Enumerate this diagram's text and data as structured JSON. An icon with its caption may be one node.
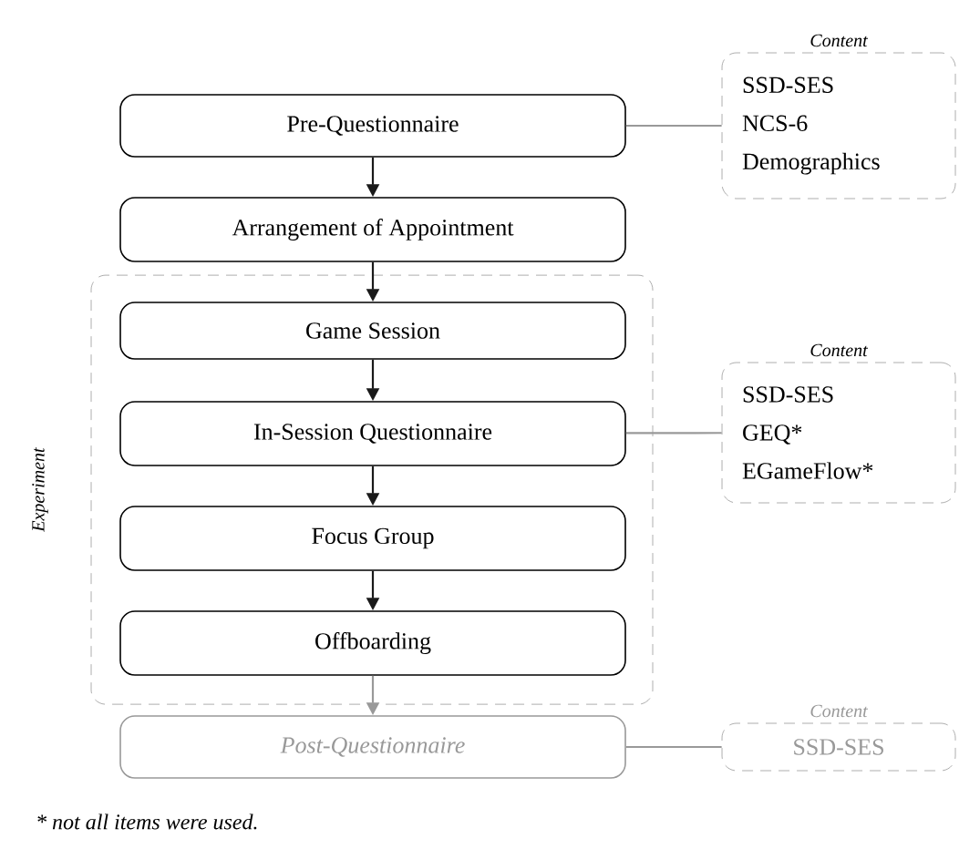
{
  "diagram": {
    "nodes": [
      {
        "text": [
          "Pre-Questionnaire"
        ]
      },
      {
        "text": [
          "Arrangement of Appointment"
        ]
      },
      {
        "text": [
          "Experiment"
        ]
      },
      {
        "text": [
          "Game Session"
        ],
        "in": 2
      },
      {
        "text": [
          "In-Session Questionnaire"
        ],
        "in": 2
      },
      {
        "text": [
          "Focus Group"
        ],
        "in": 2
      },
      {
        "text": [
          "Offboarding"
        ],
        "in": 2
      },
      {
        "text": [
          "Post-Questionnaire"
        ]
      },
      {
        "text": [
          "Content",
          "SSD-SES",
          "NCS-6",
          "Demographics"
        ]
      },
      {
        "text": [
          "Content",
          "SSD-SES",
          "GEQ*",
          "EGameFlow*"
        ]
      },
      {
        "text": [
          "Content",
          "SSD-SES"
        ]
      }
    ],
    "edges": [
      {
        "from": 0,
        "to": 1,
        "arrow": "to"
      },
      {
        "from": 1,
        "to": 3,
        "arrow": "to"
      },
      {
        "from": 3,
        "to": 4,
        "arrow": "to"
      },
      {
        "from": 4,
        "to": 5,
        "arrow": "to"
      },
      {
        "from": 5,
        "to": 6,
        "arrow": "to"
      },
      {
        "from": 6,
        "to": 7,
        "arrow": "to",
        "color": "#999999"
      },
      {
        "from": 0,
        "to": 8,
        "arrow": "none",
        "color": "#999999"
      },
      {
        "from": 4,
        "to": 9,
        "arrow": "none",
        "color": "#999999"
      },
      {
        "from": 7,
        "to": 10,
        "arrow": "none",
        "color": "#999999"
      }
    ],
    "labels": [
      "* not all items were used."
    ]
  }
}
